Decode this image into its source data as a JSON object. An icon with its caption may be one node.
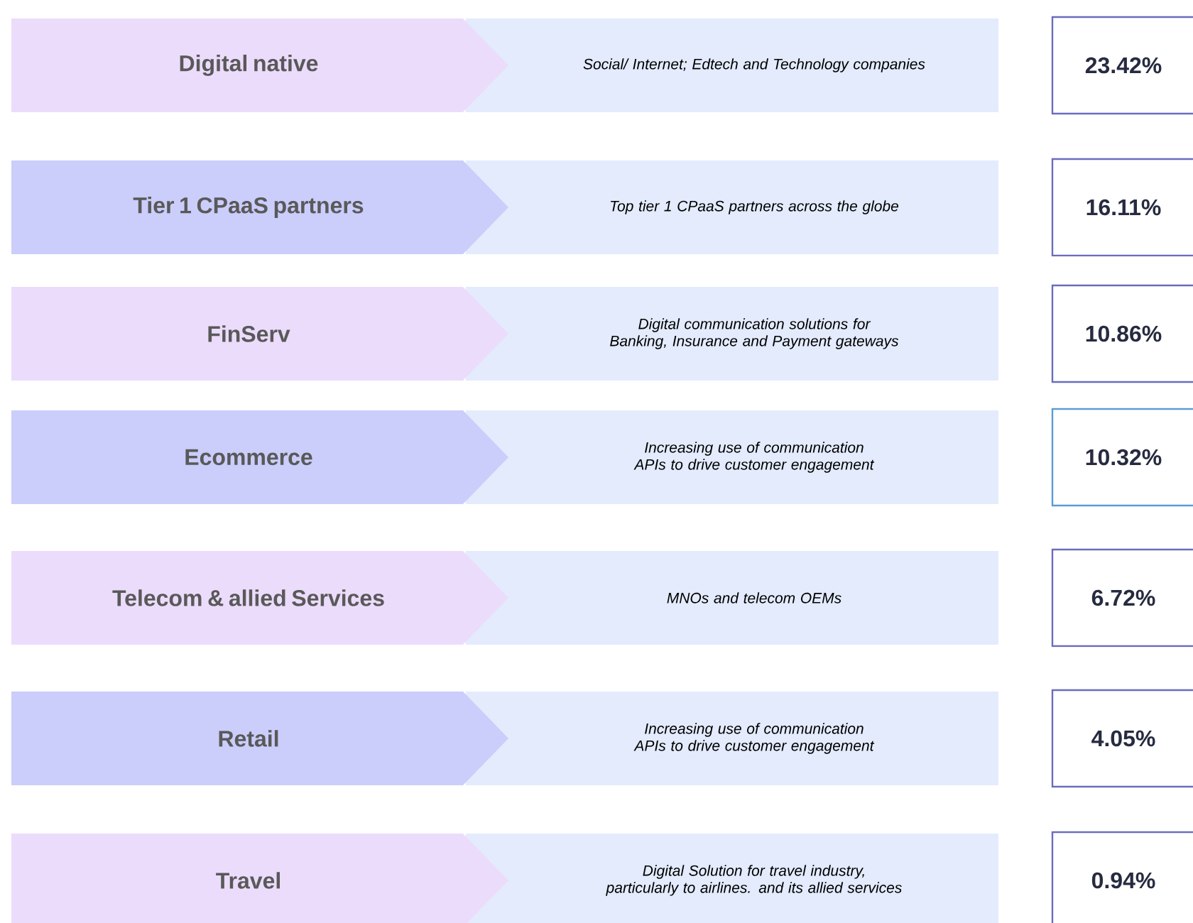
{
  "diagram": {
    "nodes": [
      {
        "text": [
          "Digital native"
        ]
      },
      {
        "text": [
          "Social/ Internet; Edtech and Technology companies"
        ]
      },
      {
        "text": [
          "23.42%"
        ]
      },
      {
        "text": [
          "Tier 1 CPaaS partners"
        ]
      },
      {
        "text": [
          "Top tier 1 CPaaS partners across the globe"
        ]
      },
      {
        "text": [
          "16.11%"
        ]
      },
      {
        "text": [
          "FinServ"
        ]
      },
      {
        "text": [
          "Digital communication solutions for Banking, Insurance and Payment gateways"
        ]
      },
      {
        "text": [
          "10.86%"
        ]
      },
      {
        "text": [
          "Ecommerce"
        ]
      },
      {
        "text": [
          "Increasing use of communication APIs to drive customer engagement"
        ]
      },
      {
        "text": [
          "10.32%"
        ]
      },
      {
        "text": [
          "Telecom & allied Services"
        ]
      },
      {
        "text": [
          "MNOs and telecom OEMs"
        ]
      },
      {
        "text": [
          "6.72%"
        ]
      },
      {
        "text": [
          "Retail"
        ]
      },
      {
        "text": [
          "Increasing use of communication APIs to drive customer engagement"
        ]
      },
      {
        "text": [
          "4.05%"
        ]
      },
      {
        "text": [
          "Travel"
        ]
      },
      {
        "text": [
          "Digital Solution for travel industry, particularly to airlines. and its allied  services"
        ]
      },
      {
        "text": [
          "0.94%"
        ]
      }
    ]
  }
}
